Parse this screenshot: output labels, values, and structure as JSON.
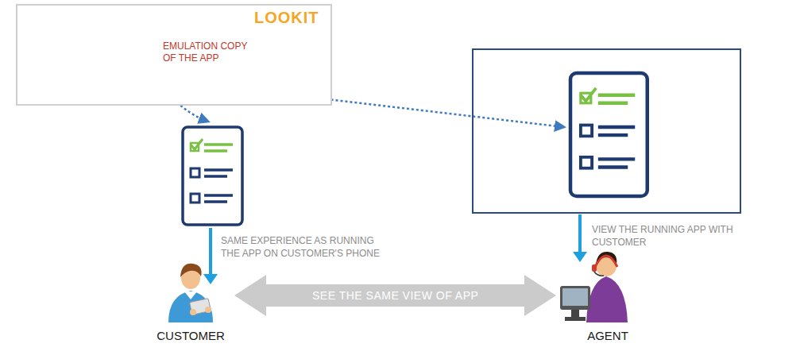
{
  "diagram": {
    "nodes": [
      {
        "text": [
          "EMULATION COPY OF THE APP"
        ]
      },
      {
        "text": [
          "CUSTOMER"
        ]
      },
      {
        "text": [
          "AGENT"
        ]
      }
    ],
    "edges": [
      {
        "from": 1,
        "to": 2,
        "label": "SEE THE SAME VIEW OF APP",
        "arrow": "both"
      }
    ],
    "labels": [
      "LOOKIT",
      "SAME EXPERIENCE AS RUNNING THE APP ON CUSTOMER'S PHONE",
      "VIEW THE RUNNING APP WITH CUSTOMER"
    ]
  }
}
